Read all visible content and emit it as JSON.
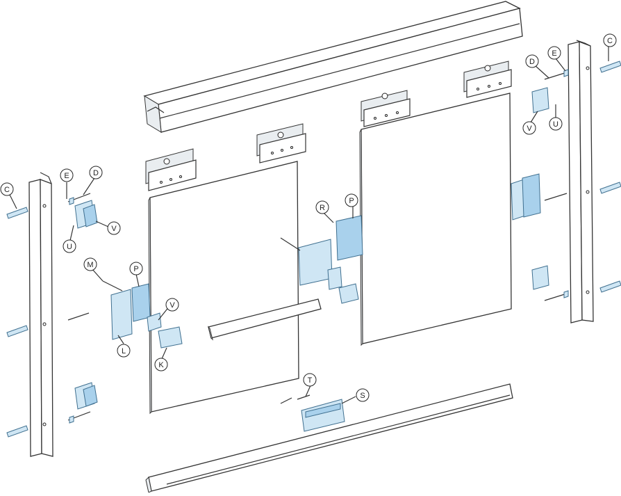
{
  "diagram": {
    "callouts": [
      {
        "id": "c-left",
        "letter": "C"
      },
      {
        "id": "e-left",
        "letter": "E"
      },
      {
        "id": "d-left",
        "letter": "D"
      },
      {
        "id": "u-left",
        "letter": "U"
      },
      {
        "id": "v-left",
        "letter": "V"
      },
      {
        "id": "m",
        "letter": "M"
      },
      {
        "id": "p-left",
        "letter": "P"
      },
      {
        "id": "v-mid",
        "letter": "V"
      },
      {
        "id": "l",
        "letter": "L"
      },
      {
        "id": "k",
        "letter": "K"
      },
      {
        "id": "r",
        "letter": "R"
      },
      {
        "id": "p-mid",
        "letter": "P"
      },
      {
        "id": "t",
        "letter": "T"
      },
      {
        "id": "s",
        "letter": "S"
      },
      {
        "id": "d-right",
        "letter": "D"
      },
      {
        "id": "e-right",
        "letter": "E"
      },
      {
        "id": "c-right",
        "letter": "C"
      },
      {
        "id": "v-right",
        "letter": "V"
      },
      {
        "id": "u-right",
        "letter": "U"
      }
    ]
  }
}
